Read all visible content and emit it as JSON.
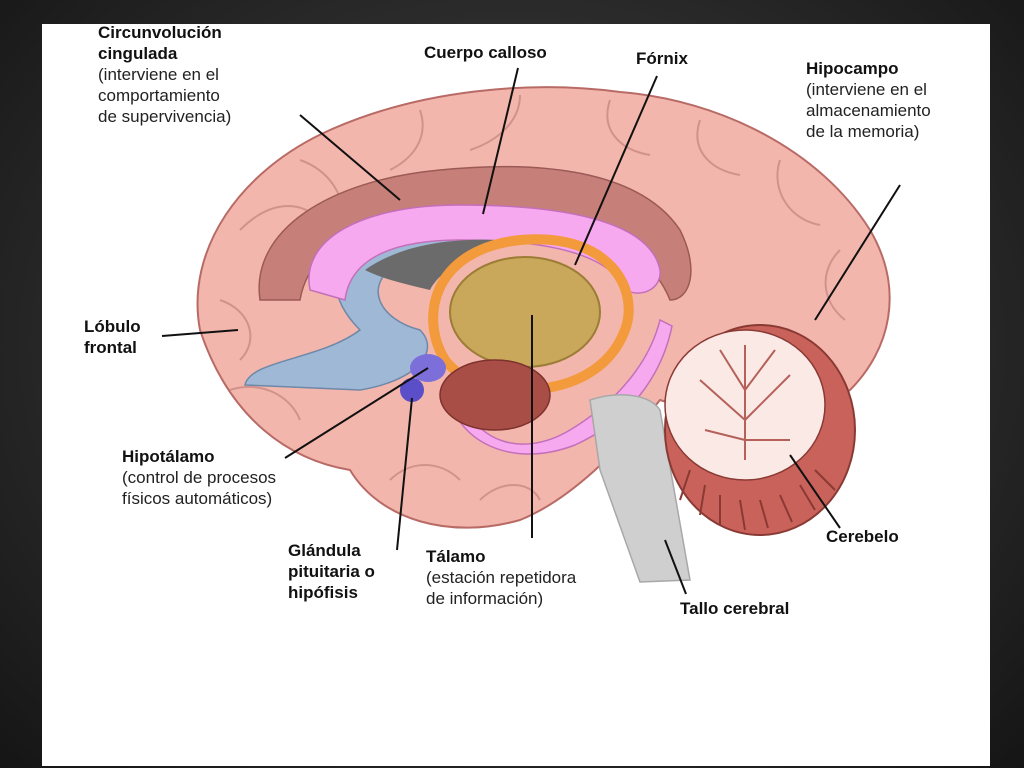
{
  "labels": {
    "cingulate": {
      "title": "Circunvolución\ncingulada",
      "desc": "(interviene en el\ncomportamiento\nde supervivencia)"
    },
    "corpus_callosum": {
      "title": "Cuerpo calloso"
    },
    "fornix": {
      "title": "Fórnix"
    },
    "hippocampus": {
      "title": "Hipocampo",
      "desc": "(interviene en el\nalmacenamiento\nde la memoria)"
    },
    "frontal_lobe": {
      "title": "Lóbulo\nfrontal"
    },
    "hypothalamus": {
      "title": "Hipotálamo",
      "desc": "(control de procesos\nfísicos automáticos)"
    },
    "pituitary": {
      "title": "Glándula\npituitaria o\nhipófisis"
    },
    "thalamus": {
      "title": "Tálamo",
      "desc": "(estación repetidora\nde información)"
    },
    "brainstem": {
      "title": "Tallo cerebral"
    },
    "cerebellum": {
      "title": "Cerebelo"
    }
  },
  "colors": {
    "cortex": "#f3b6ac",
    "cortex_dark": "#c77f79",
    "corpus_callosum": "#f6a9ee",
    "ventricle": "#9fb8d6",
    "thalamus": "#c9a85c",
    "fornix": "#f39a3c",
    "cerebellum": "#c9625a",
    "brainstem": "#cfcfcf",
    "pituitary": "#5a4fc9"
  }
}
